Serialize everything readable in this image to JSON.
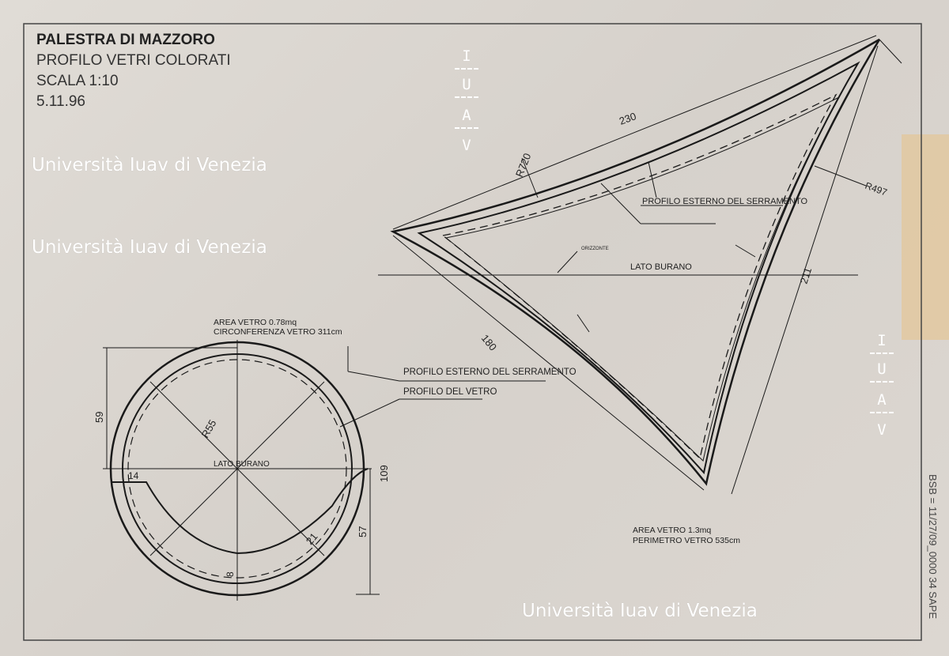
{
  "title_block": {
    "project": "PALESTRA DI MAZZORO",
    "subject": "PROFILO VETRI COLORATI",
    "scale": "SCALA 1:10",
    "date": "5.11.96"
  },
  "triangle": {
    "dim_top": "230",
    "radius_top": "R720",
    "radius_right": "R497",
    "dim_right": "211",
    "dim_left": "180",
    "label_outer": "PROFILO ESTERNO DEL SERRAMENTO",
    "label_horizon": "ORIZZONTE",
    "label_side": "LATO BURANO",
    "area": "AREA VETRO 1.3mq",
    "perimeter": "PERIMETRO VETRO 535cm"
  },
  "circle": {
    "area": "AREA VETRO 0.78mq",
    "circumference": "CIRCONFERENZA VETRO 311cm",
    "label_outer": "PROFILO ESTERNO DEL SERRAMENTO",
    "label_glass": "PROFILO DEL VETRO",
    "dim_left": "59",
    "radius": "R55",
    "label_side": "LATO BURANO",
    "dim_14": "14",
    "dim_109": "109",
    "dim_57": "57",
    "dim_21": "21",
    "dim_8": "8"
  },
  "margin_note": "BSB = 11/27/09_0000 34 SAPE",
  "watermark": {
    "text": "Università Iuav di Venezia",
    "letters": [
      "I",
      "U",
      "A",
      "V"
    ]
  }
}
